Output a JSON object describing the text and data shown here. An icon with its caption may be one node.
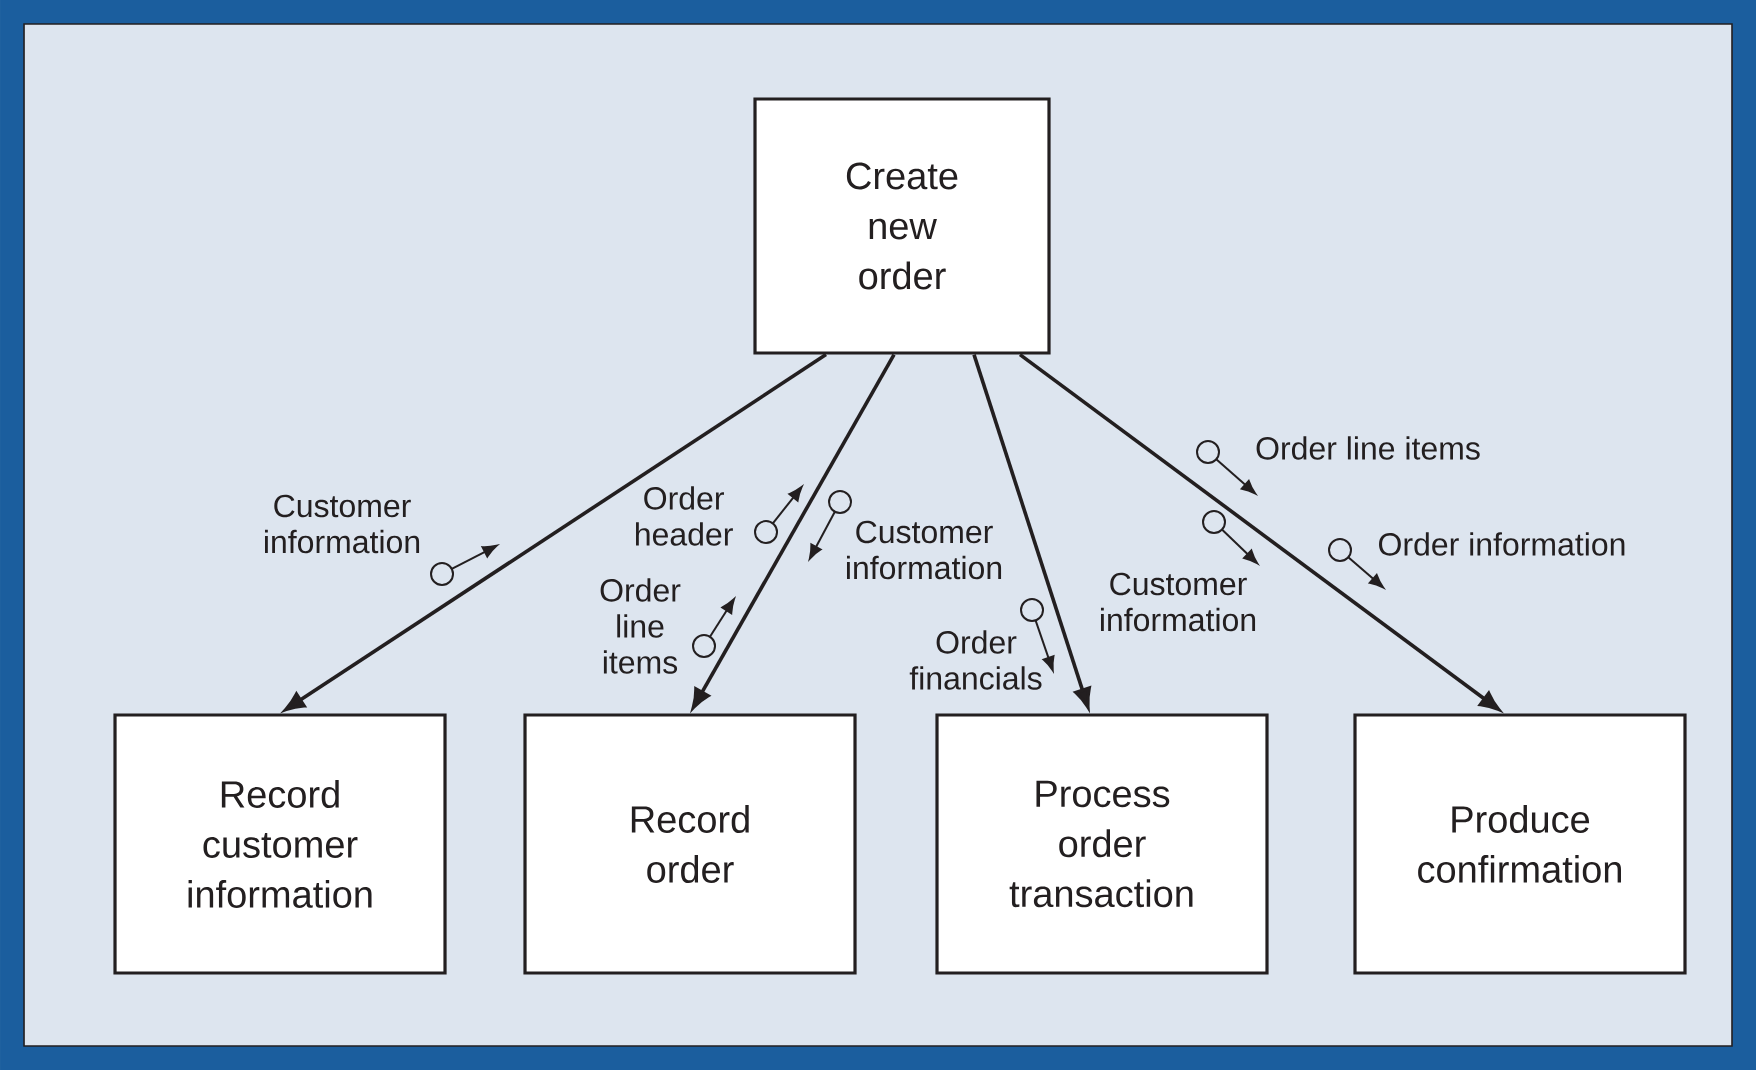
{
  "diagram": {
    "nodes": [
      {
        "text": [
          "Create new order"
        ]
      },
      {
        "text": [
          "Record customer information"
        ]
      },
      {
        "text": [
          "Record order"
        ]
      },
      {
        "text": [
          "Process order transaction"
        ]
      },
      {
        "text": [
          "Produce confirmation"
        ]
      }
    ],
    "edges": [
      {
        "from": 0,
        "to": 1,
        "arrow": "to"
      },
      {
        "from": 0,
        "to": 2,
        "arrow": "to"
      },
      {
        "from": 0,
        "to": 3,
        "arrow": "to"
      },
      {
        "from": 0,
        "to": 4,
        "arrow": "to"
      }
    ],
    "labels": [
      "Order line items",
      "Customer information",
      "Order header",
      "Order information",
      "Customer information",
      "Customer information",
      "Order line items",
      "Order financials"
    ]
  }
}
